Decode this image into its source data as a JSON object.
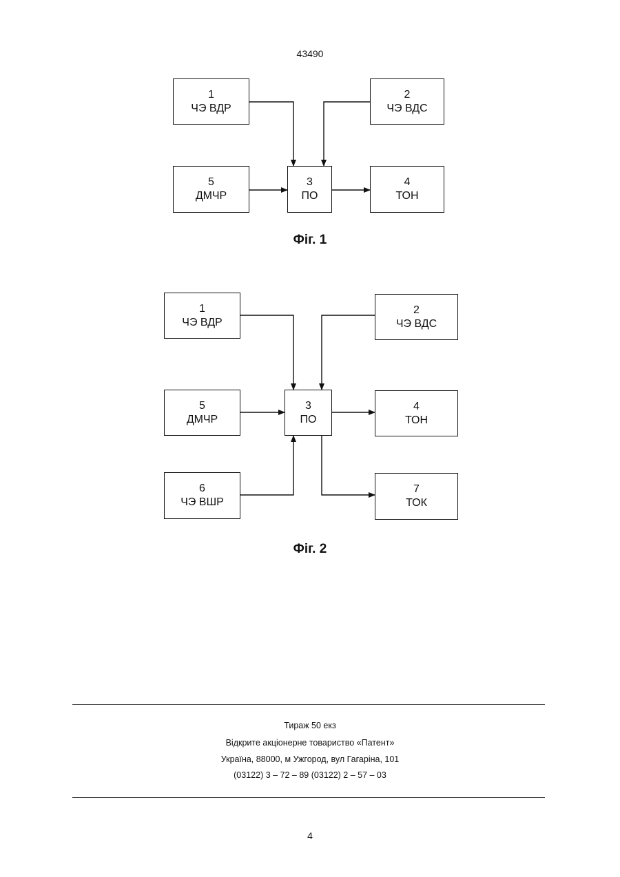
{
  "document_number": "43490",
  "figure1": {
    "caption": "Фіг. 1",
    "blocks": {
      "b1": {
        "num": "1",
        "label": "ЧЭ ВДР"
      },
      "b2": {
        "num": "2",
        "label": "ЧЭ ВДС"
      },
      "b3": {
        "num": "3",
        "label": "ПО"
      },
      "b4": {
        "num": "4",
        "label": "ТОН"
      },
      "b5": {
        "num": "5",
        "label": "ДМЧР"
      }
    }
  },
  "figure2": {
    "caption": "Фіг. 2",
    "blocks": {
      "b1": {
        "num": "1",
        "label": "ЧЭ ВДР"
      },
      "b2": {
        "num": "2",
        "label": "ЧЭ ВДС"
      },
      "b3": {
        "num": "3",
        "label": "ПО"
      },
      "b4": {
        "num": "4",
        "label": "ТОН"
      },
      "b5": {
        "num": "5",
        "label": "ДМЧР"
      },
      "b6": {
        "num": "6",
        "label": "ЧЭ ВШР"
      },
      "b7": {
        "num": "7",
        "label": "ТОК"
      }
    }
  },
  "imprint": {
    "line1": "Тираж 50 екз",
    "line2": "Відкрите акціонерне товариство «Патент»",
    "line3": "Україна, 88000, м  Ужгород, вул  Гагаріна, 101",
    "line4": "(03122) 3 – 72 – 89   (03122) 2 – 57 – 03"
  },
  "page_number": "4"
}
